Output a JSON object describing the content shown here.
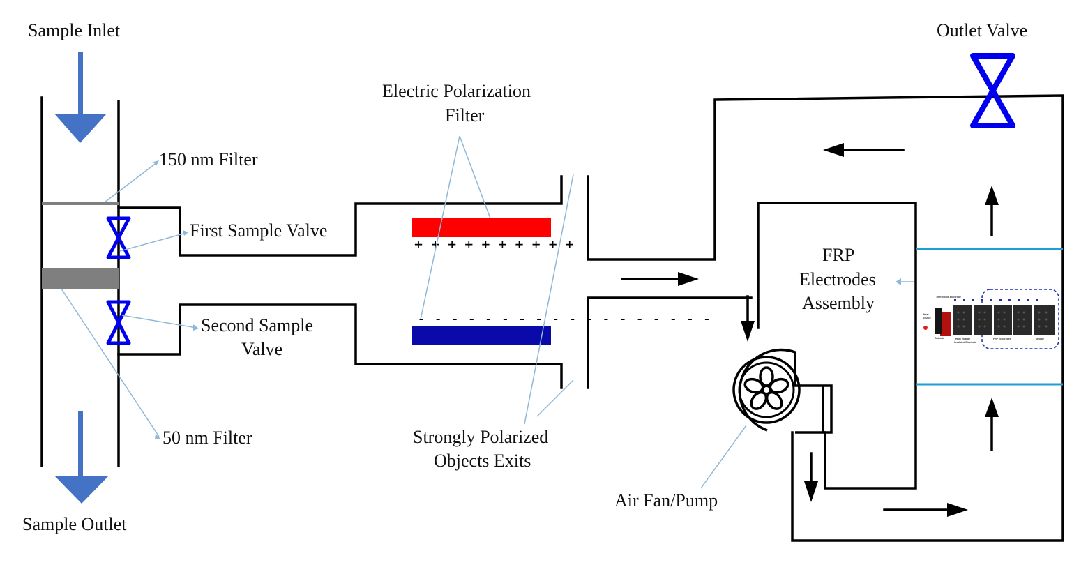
{
  "labels": {
    "sample_inlet": "Sample Inlet",
    "sample_outlet": "Sample Outlet",
    "filter_150": "150 nm Filter",
    "filter_50": "50 nm Filter",
    "first_valve": "First Sample Valve",
    "second_valve_line1": "Second Sample",
    "second_valve_line2": "Valve",
    "epf_line1": "Electric Polarization",
    "epf_line2": "Filter",
    "spo_line1": "Strongly Polarized",
    "spo_line2": "Objects Exits",
    "outlet_valve": "Outlet Valve",
    "frp_line1": "FRP",
    "frp_line2": "Electrodes",
    "frp_line3": "Assembly",
    "fan": "Air Fan/Pump",
    "plus_signs": "+ + + + + + + + + +",
    "minus_signs": "- - - - - - - - - - - - - - - - - -"
  },
  "inset": {
    "thermoionic": "Thermionic Electrode",
    "heat_source_1": "Heat",
    "heat_source_2": "Source",
    "cathode": "Cathode",
    "hv_1": "High Voltage",
    "hv_2": "Insulated Electrode",
    "frp_electrodes": "FRP Electrodes",
    "anode": "Anode"
  },
  "colors": {
    "arrow_blue": "#4472c4",
    "valve_blue": "#0000ee",
    "plate_positive": "#ff0000",
    "plate_negative": "#0a0aaa",
    "filter_gray": "#7f7f7f",
    "leader_line": "#8fb8d8",
    "duct_cyan": "#1f9fcf"
  }
}
